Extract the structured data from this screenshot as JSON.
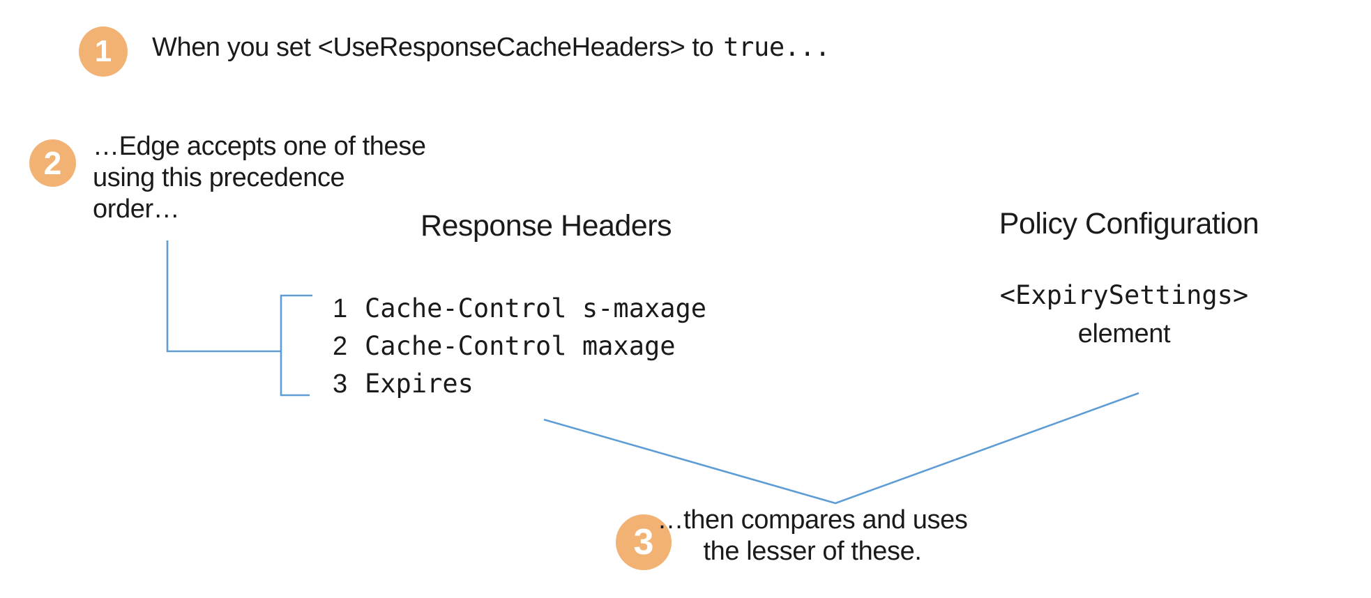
{
  "colors": {
    "badge_orange": "#F2B273",
    "connector_blue": "#5E9CD6",
    "text": "#1A1A1A",
    "background": "#FFFFFF"
  },
  "steps": {
    "step1": {
      "number": "1",
      "text_before_code": "When you set <UseResponseCacheHeaders> to",
      "code": "true..."
    },
    "step2": {
      "number": "2",
      "line1": "…Edge accepts one of these",
      "line2": "using this precedence",
      "line3": "order…"
    },
    "step3": {
      "number": "3",
      "line1": "…then compares and uses",
      "line2": "the lesser of these."
    }
  },
  "response_headers": {
    "heading": "Response Headers",
    "items": [
      {
        "rank": "1",
        "name": "Cache-Control s-maxage"
      },
      {
        "rank": "2",
        "name": "Cache-Control maxage"
      },
      {
        "rank": "3",
        "name": "Expires"
      }
    ]
  },
  "policy_configuration": {
    "heading": "Policy Configuration",
    "code": "<ExpirySettings>",
    "caption": "element"
  }
}
